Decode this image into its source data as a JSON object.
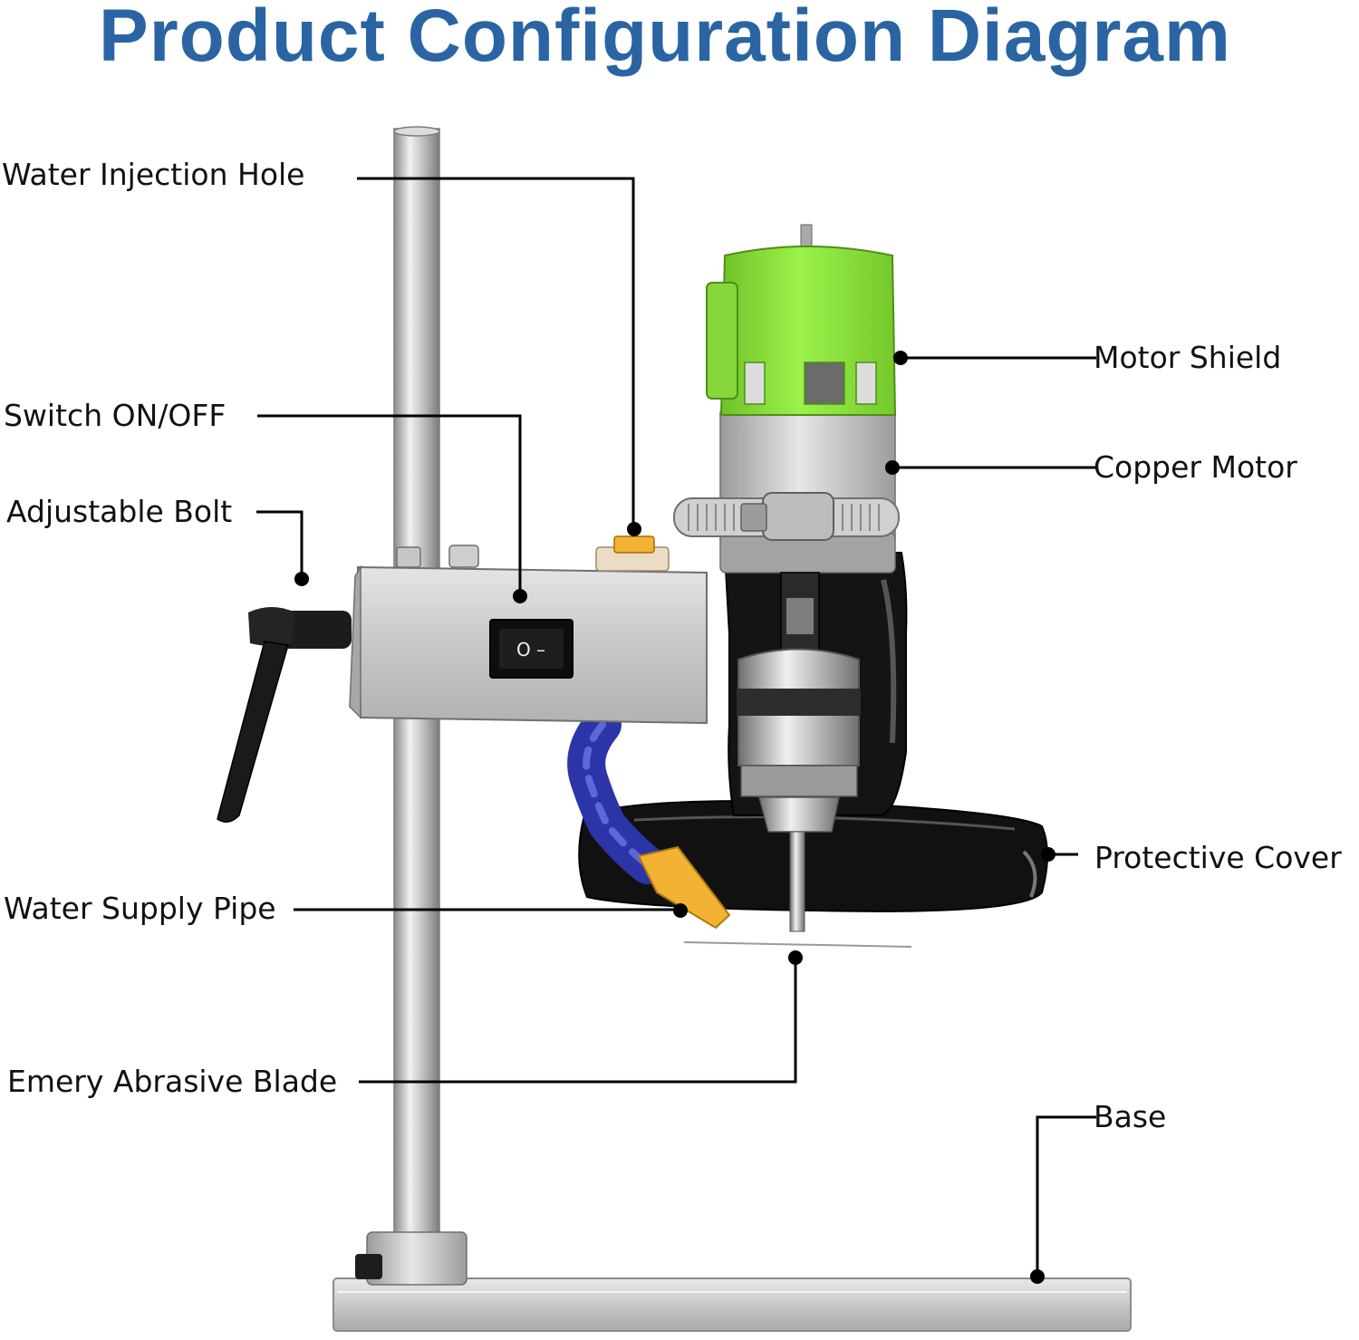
{
  "title": "Product Configuration Diagram",
  "labels": {
    "water_injection_hole": "Water Injection Hole",
    "switch": "Switch ON/OFF",
    "adjustable_bolt": "Adjustable Bolt",
    "water_supply_pipe": "Water Supply Pipe",
    "emery_blade": "Emery Abrasive Blade",
    "motor_shield": "Motor Shield",
    "copper_motor": "Copper Motor",
    "protective_cover": "Protective Cover",
    "base": "Base"
  },
  "switch_symbols": "O –",
  "colors": {
    "title": "#2a64a3",
    "motor_shield": "#8fe23d",
    "steel": "#c9c9c9",
    "black": "#111111",
    "pipe_blue": "#2b35a8",
    "nozzle": "#f2b233"
  }
}
